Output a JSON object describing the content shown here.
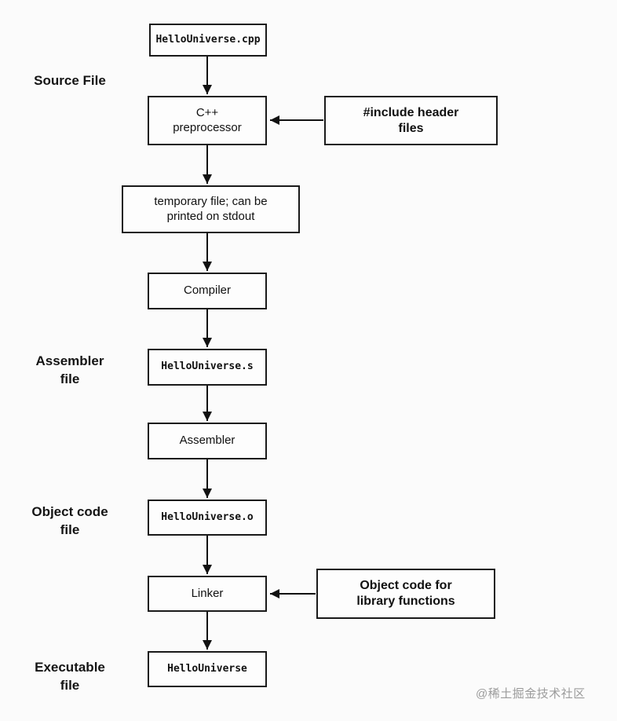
{
  "diagram": {
    "flow_boxes": [
      {
        "label": "HelloUniverse.cpp"
      },
      {
        "label": "C++\npreprocessor"
      },
      {
        "label": "temporary file; can be\nprinted on stdout"
      },
      {
        "label": "Compiler"
      },
      {
        "label": "HelloUniverse.s"
      },
      {
        "label": "Assembler"
      },
      {
        "label": "HelloUniverse.o"
      },
      {
        "label": "Linker"
      },
      {
        "label": "HelloUniverse"
      }
    ],
    "side_boxes": [
      {
        "label": "#include header\nfiles"
      },
      {
        "label": "Object code for\nlibrary functions"
      }
    ],
    "stage_labels": [
      {
        "label": "Source File"
      },
      {
        "label": "Assembler\nfile"
      },
      {
        "label": "Object code\nfile"
      },
      {
        "label": "Executable\nfile"
      }
    ],
    "watermark": "@稀土掘金技术社区",
    "colors": {
      "border": "#1a1a1a",
      "background": "#fbfbfb",
      "arrow": "#111111",
      "watermark": "#9b9b9b"
    }
  }
}
